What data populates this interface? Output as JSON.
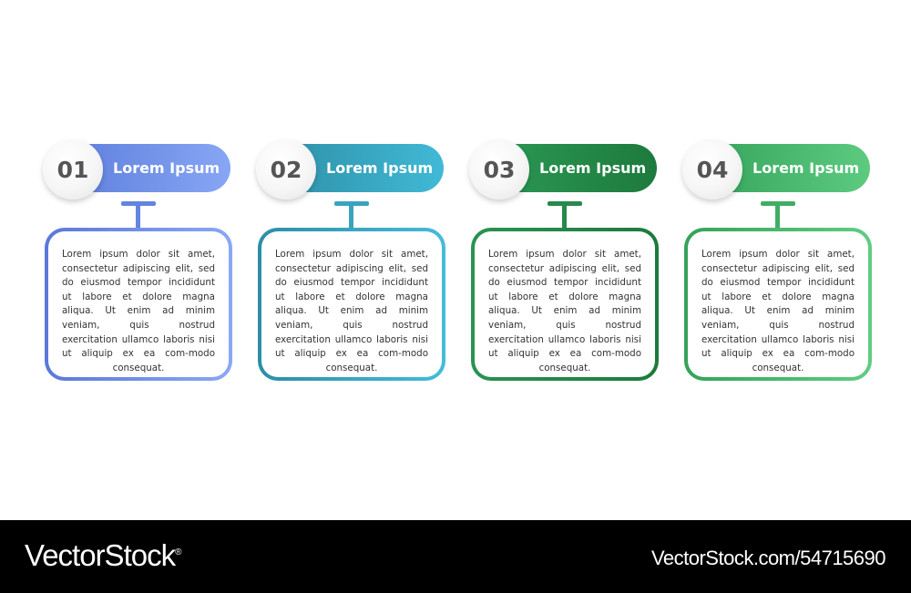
{
  "steps": [
    {
      "number": "01",
      "title": "Lorem Ipsum",
      "text": "Lorem ipsum dolor sit amet, consectetur adipiscing elit, sed do eiusmod tempor incididunt ut labore et dolore magna aliqua. Ut enim ad minim veniam, quis nostrud exercitation ullamco laboris nisi ut aliquip ex ea com-modo consequat.",
      "color": "#6a8ae6"
    },
    {
      "number": "02",
      "title": "Lorem Ipsum",
      "text": "Lorem ipsum dolor sit amet, consectetur adipiscing elit, sed do eiusmod tempor incididunt ut labore et dolore magna aliqua. Ut enim ad minim veniam, quis nostrud exercitation ullamco laboris nisi ut aliquip ex ea com-modo consequat.",
      "color": "#38a6c2"
    },
    {
      "number": "03",
      "title": "Lorem Ipsum",
      "text": "Lorem ipsum dolor sit amet, consectetur adipiscing elit, sed do eiusmod tempor incididunt ut labore et dolore magna aliqua. Ut enim ad minim veniam, quis nostrud exercitation ullamco laboris nisi ut aliquip ex ea com-modo consequat.",
      "color": "#24884a"
    },
    {
      "number": "04",
      "title": "Lorem Ipsum",
      "text": "Lorem ipsum dolor sit amet, consectetur adipiscing elit, sed do eiusmod tempor incididunt ut labore et dolore magna aliqua. Ut enim ad minim veniam, quis nostrud exercitation ullamco laboris nisi ut aliquip ex ea com-modo consequat.",
      "color": "#45b56b"
    }
  ],
  "footer": {
    "brand": "VectorStock",
    "brand_mark": "®",
    "url": "VectorStock.com/54715690"
  }
}
